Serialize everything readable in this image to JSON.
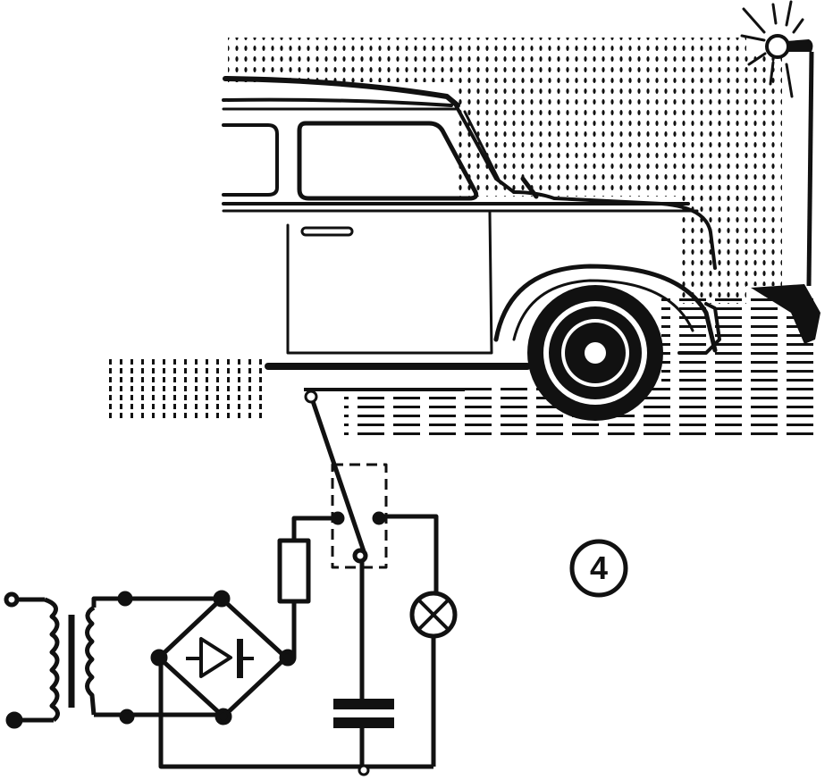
{
  "figure": {
    "label": "4",
    "description": "Car parked next to a garage lamp with an automatic switch circuit",
    "colors": {
      "ink": "#111111",
      "paper": "#ffffff"
    }
  },
  "scene": {
    "elements": [
      "car",
      "garage-lamp",
      "lamp-post",
      "wall-dot-pattern",
      "floor-line-pattern",
      "floor-switch-lever"
    ]
  },
  "circuit": {
    "components": [
      {
        "id": "input-terminals",
        "type": "terminal"
      },
      {
        "id": "transformer",
        "type": "transformer"
      },
      {
        "id": "diode-bridge",
        "type": "rectifier-bridge"
      },
      {
        "id": "resistor",
        "type": "resistor"
      },
      {
        "id": "switch",
        "type": "changeover-switch"
      },
      {
        "id": "lamp",
        "type": "lamp"
      },
      {
        "id": "capacitor",
        "type": "capacitor"
      }
    ]
  }
}
